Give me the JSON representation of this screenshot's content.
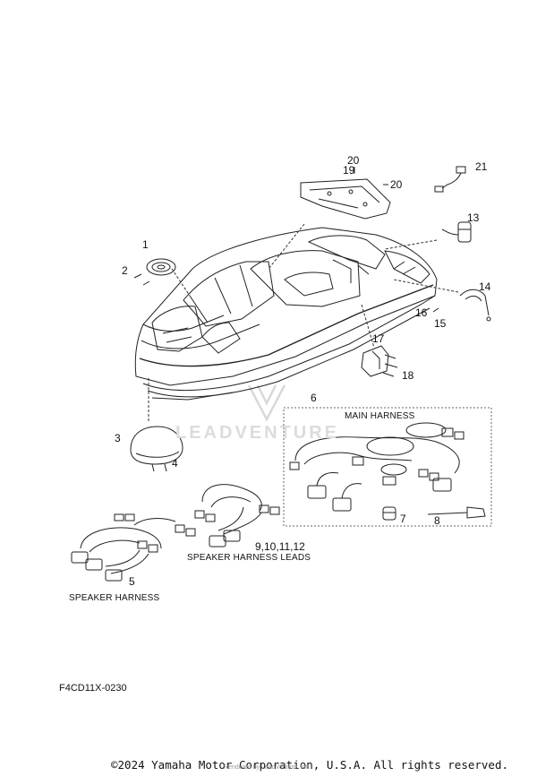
{
  "callouts": {
    "n1": "1",
    "n2": "2",
    "n3": "3",
    "n4": "4",
    "n5": "5",
    "n6": "6",
    "n7": "7",
    "n8": "8",
    "n9_12": "9,10,11,12",
    "n13": "13",
    "n14": "14",
    "n15": "15",
    "n16": "16",
    "n17": "17",
    "n18": "18",
    "n19": "19",
    "n20a": "20",
    "n20b": "20",
    "n21": "21"
  },
  "labels": {
    "main_harness": "MAIN HARNESS",
    "speaker_harness_leads": "SPEAKER HARNESS LEADS",
    "speaker_harness": "SPEAKER HARNESS"
  },
  "diagram_code": "F4CD11X-0230",
  "watermark": "LEADVENTURE",
  "watermark_credit": "Rendered by LeadVenture, Inc.",
  "footer": "©2024 Yamaha Motor Corporation, U.S.A. All rights reserved."
}
